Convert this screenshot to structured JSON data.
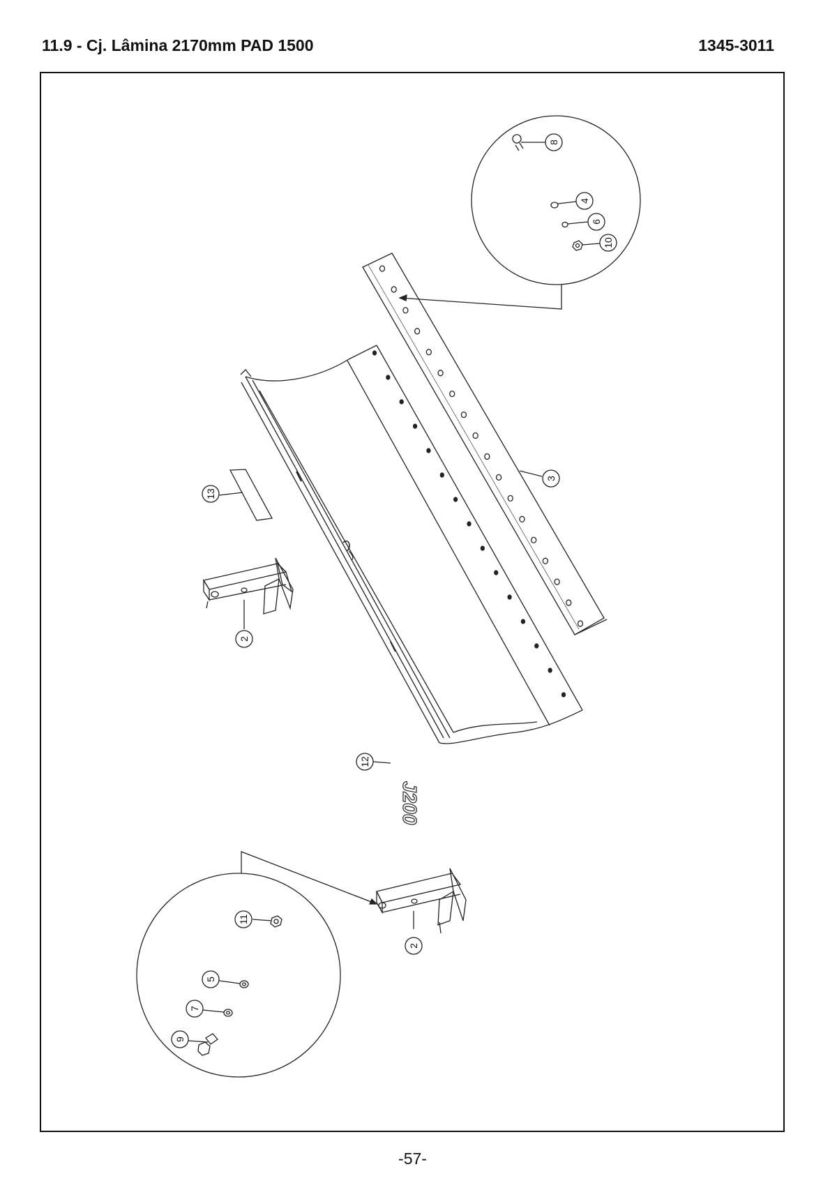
{
  "header": {
    "title": "11.9 - Cj. Lâmina 2170mm PAD 1500",
    "code": "1345-3011"
  },
  "footer": {
    "page": "-57-"
  },
  "decal_text": "J200",
  "callouts": {
    "c2a": "2",
    "c2b": "2",
    "c3": "3",
    "c4": "4",
    "c5": "5",
    "c6": "6",
    "c7": "7",
    "c8": "8",
    "c9": "9",
    "c10": "10",
    "c11": "11",
    "c12": "12",
    "c13": "13"
  }
}
